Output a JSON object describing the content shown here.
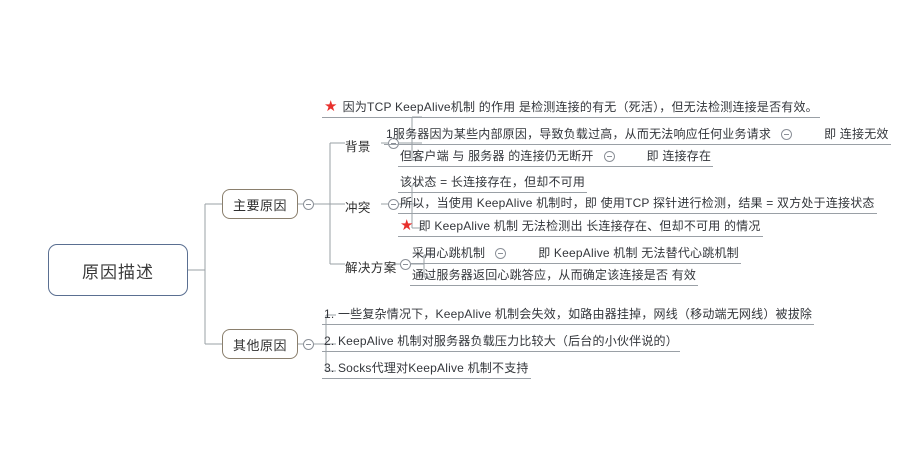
{
  "diagram": {
    "type": "mindmap",
    "title_node": "原因描述",
    "colors": {
      "root_border": "#5a6f91",
      "branch_border": "#8a7f6d",
      "line": "#9aa0a6",
      "text": "#33363b",
      "star": "#e8302c"
    },
    "root": {
      "label": "原因描述"
    },
    "branches": [
      {
        "id": "main-cause",
        "label": "主要原因",
        "toggle": "collapse-toggle",
        "sub_branches": [
          {
            "id": "background",
            "label": "背景",
            "toggle": "collapse-toggle",
            "leaves": [
              {
                "star": true,
                "text": "因为TCP KeepAlive机制 的作用 是检测连接的有无（死活），但无法检测连接是否有效。",
                "toggle": false,
                "tail": ""
              },
              {
                "star": false,
                "text": "1服务器因为某些内部原因，导致负载过高，从而无法响应任何业务请求",
                "toggle": true,
                "tail": "即 连接无效"
              },
              {
                "star": false,
                "text": "但客户端 与 服务器 的连接仍无断开",
                "toggle": true,
                "tail": "即 连接存在"
              }
            ]
          },
          {
            "id": "conflict",
            "label": "冲突",
            "toggle": "collapse-toggle",
            "leaves": [
              {
                "star": false,
                "text": "该状态 = 长连接存在，但却不可用",
                "toggle": false,
                "tail": ""
              },
              {
                "star": false,
                "text": "所以，当使用 KeepAlive 机制时，即 使用TCP 探针进行检测，结果 = 双方处于连接状态",
                "toggle": false,
                "tail": ""
              },
              {
                "star": true,
                "text": "即 KeepAlive 机制 无法检测出 长连接存在、但却不可用 的情况",
                "toggle": false,
                "tail": ""
              }
            ]
          },
          {
            "id": "solution",
            "label": "解决方案",
            "toggle": "collapse-toggle",
            "leaves": [
              {
                "star": false,
                "text": "采用心跳机制",
                "toggle": true,
                "tail": "即 KeepAlive 机制 无法替代心跳机制"
              },
              {
                "star": false,
                "text": "通过服务器返回心跳答应，从而确定该连接是否 有效",
                "toggle": false,
                "tail": ""
              }
            ]
          }
        ]
      },
      {
        "id": "other-cause",
        "label": "其他原因",
        "toggle": "collapse-toggle",
        "leaves": [
          {
            "star": false,
            "text": "1. 一些复杂情况下，KeepAlive 机制会失效，如路由器挂掉，网线（移动端无网线）被拔除",
            "toggle": false,
            "tail": ""
          },
          {
            "star": false,
            "text": "2. KeepAlive 机制对服务器负载压力比较大（后台的小伙伴说的）",
            "toggle": false,
            "tail": ""
          },
          {
            "star": false,
            "text": "3. Socks代理对KeepAlive 机制不支持",
            "toggle": false,
            "tail": ""
          }
        ]
      }
    ]
  }
}
